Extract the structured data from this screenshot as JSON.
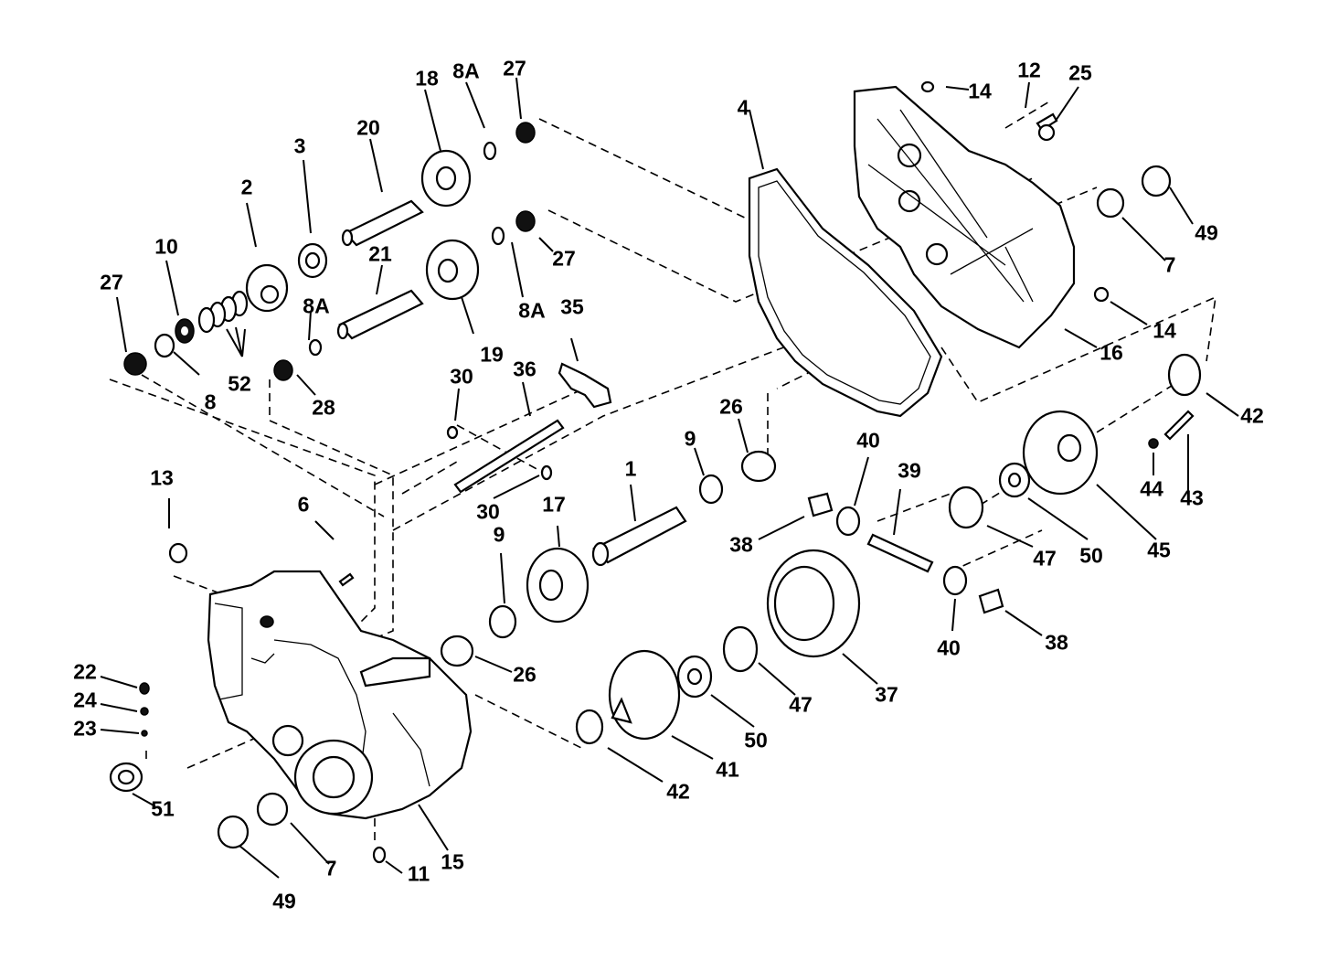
{
  "diagram": {
    "callouts": [
      {
        "id": "c1",
        "text": "1"
      },
      {
        "id": "c2",
        "text": "2"
      },
      {
        "id": "c3",
        "text": "3"
      },
      {
        "id": "c4",
        "text": "4"
      },
      {
        "id": "c6",
        "text": "6"
      },
      {
        "id": "c7a",
        "text": "7"
      },
      {
        "id": "c7b",
        "text": "7"
      },
      {
        "id": "c8",
        "text": "8"
      },
      {
        "id": "c8a1",
        "text": "8A"
      },
      {
        "id": "c8a2",
        "text": "8A"
      },
      {
        "id": "c8a3",
        "text": "8A"
      },
      {
        "id": "c9a",
        "text": "9"
      },
      {
        "id": "c9b",
        "text": "9"
      },
      {
        "id": "c10",
        "text": "10"
      },
      {
        "id": "c11",
        "text": "11"
      },
      {
        "id": "c12",
        "text": "12"
      },
      {
        "id": "c13",
        "text": "13"
      },
      {
        "id": "c14a",
        "text": "14"
      },
      {
        "id": "c14b",
        "text": "14"
      },
      {
        "id": "c15",
        "text": "15"
      },
      {
        "id": "c16",
        "text": "16"
      },
      {
        "id": "c17",
        "text": "17"
      },
      {
        "id": "c18",
        "text": "18"
      },
      {
        "id": "c19",
        "text": "19"
      },
      {
        "id": "c20",
        "text": "20"
      },
      {
        "id": "c21",
        "text": "21"
      },
      {
        "id": "c22",
        "text": "22"
      },
      {
        "id": "c23",
        "text": "23"
      },
      {
        "id": "c24",
        "text": "24"
      },
      {
        "id": "c25",
        "text": "25"
      },
      {
        "id": "c26a",
        "text": "26"
      },
      {
        "id": "c26b",
        "text": "26"
      },
      {
        "id": "c27a",
        "text": "27"
      },
      {
        "id": "c27b",
        "text": "27"
      },
      {
        "id": "c27c",
        "text": "27"
      },
      {
        "id": "c28",
        "text": "28"
      },
      {
        "id": "c30a",
        "text": "30"
      },
      {
        "id": "c30b",
        "text": "30"
      },
      {
        "id": "c35",
        "text": "35"
      },
      {
        "id": "c36",
        "text": "36"
      },
      {
        "id": "c37",
        "text": "37"
      },
      {
        "id": "c38a",
        "text": "38"
      },
      {
        "id": "c38b",
        "text": "38"
      },
      {
        "id": "c39",
        "text": "39"
      },
      {
        "id": "c40a",
        "text": "40"
      },
      {
        "id": "c40b",
        "text": "40"
      },
      {
        "id": "c41",
        "text": "41"
      },
      {
        "id": "c42a",
        "text": "42"
      },
      {
        "id": "c42b",
        "text": "42"
      },
      {
        "id": "c43",
        "text": "43"
      },
      {
        "id": "c44",
        "text": "44"
      },
      {
        "id": "c45",
        "text": "45"
      },
      {
        "id": "c47a",
        "text": "47"
      },
      {
        "id": "c47b",
        "text": "47"
      },
      {
        "id": "c49a",
        "text": "49"
      },
      {
        "id": "c49b",
        "text": "49"
      },
      {
        "id": "c50a",
        "text": "50"
      },
      {
        "id": "c50b",
        "text": "50"
      },
      {
        "id": "c51",
        "text": "51"
      },
      {
        "id": "c52",
        "text": "52"
      }
    ]
  }
}
